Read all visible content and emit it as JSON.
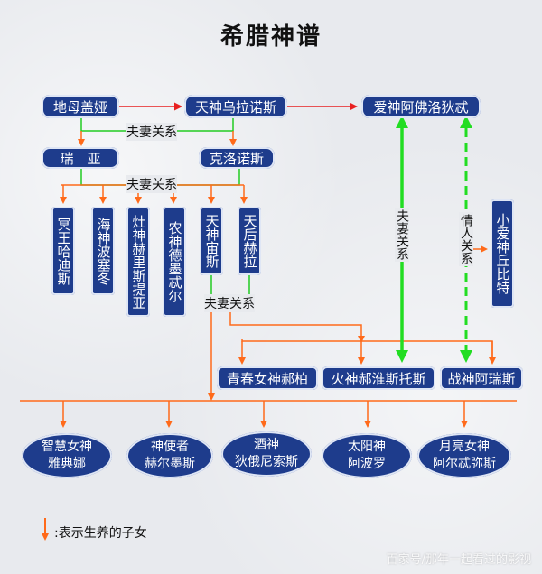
{
  "title": "希腊神谱",
  "gen1": {
    "gaia": "地母盖娅",
    "uranus": "天神乌拉诺斯",
    "aphrodite": "爱神阿佛洛狄忒"
  },
  "gen2": {
    "rhea": "瑞　亚",
    "cronus": "克洛诺斯"
  },
  "relations": {
    "couple1": "夫妻关系",
    "couple2": "夫妻关系",
    "couple3": "夫妻关系",
    "couple4": "夫妻关系",
    "lovers": "情人关系"
  },
  "gen3": [
    "冥王哈迪斯",
    "海神波塞冬",
    "灶神赫里斯提亚",
    "农神德墨忒尔",
    "天神宙斯",
    "天后赫拉"
  ],
  "eros": "小爱神丘比特",
  "gen4": {
    "hebe": "青春女神郝柏",
    "hephaestus": "火神郝淮斯托斯",
    "ares": "战神阿瑞斯"
  },
  "gen5": [
    {
      "l1": "智慧女神",
      "l2": "雅典娜"
    },
    {
      "l1": "神使者",
      "l2": "赫尔墨斯"
    },
    {
      "l1": "酒神",
      "l2": "狄俄尼索斯"
    },
    {
      "l1": "太阳神",
      "l2": "阿波罗"
    },
    {
      "l1": "月亮女神",
      "l2": "阿尔忒弥斯"
    }
  ],
  "legend": ":表示生养的子女",
  "watermark": "百家号/那年一起看过的影视",
  "colors": {
    "node": "#1e3c8c",
    "parent_line": "#ff6a1a",
    "couple_line": "#2bd42b",
    "lover_line": "#22e022",
    "red_arrow": "#e82020"
  }
}
